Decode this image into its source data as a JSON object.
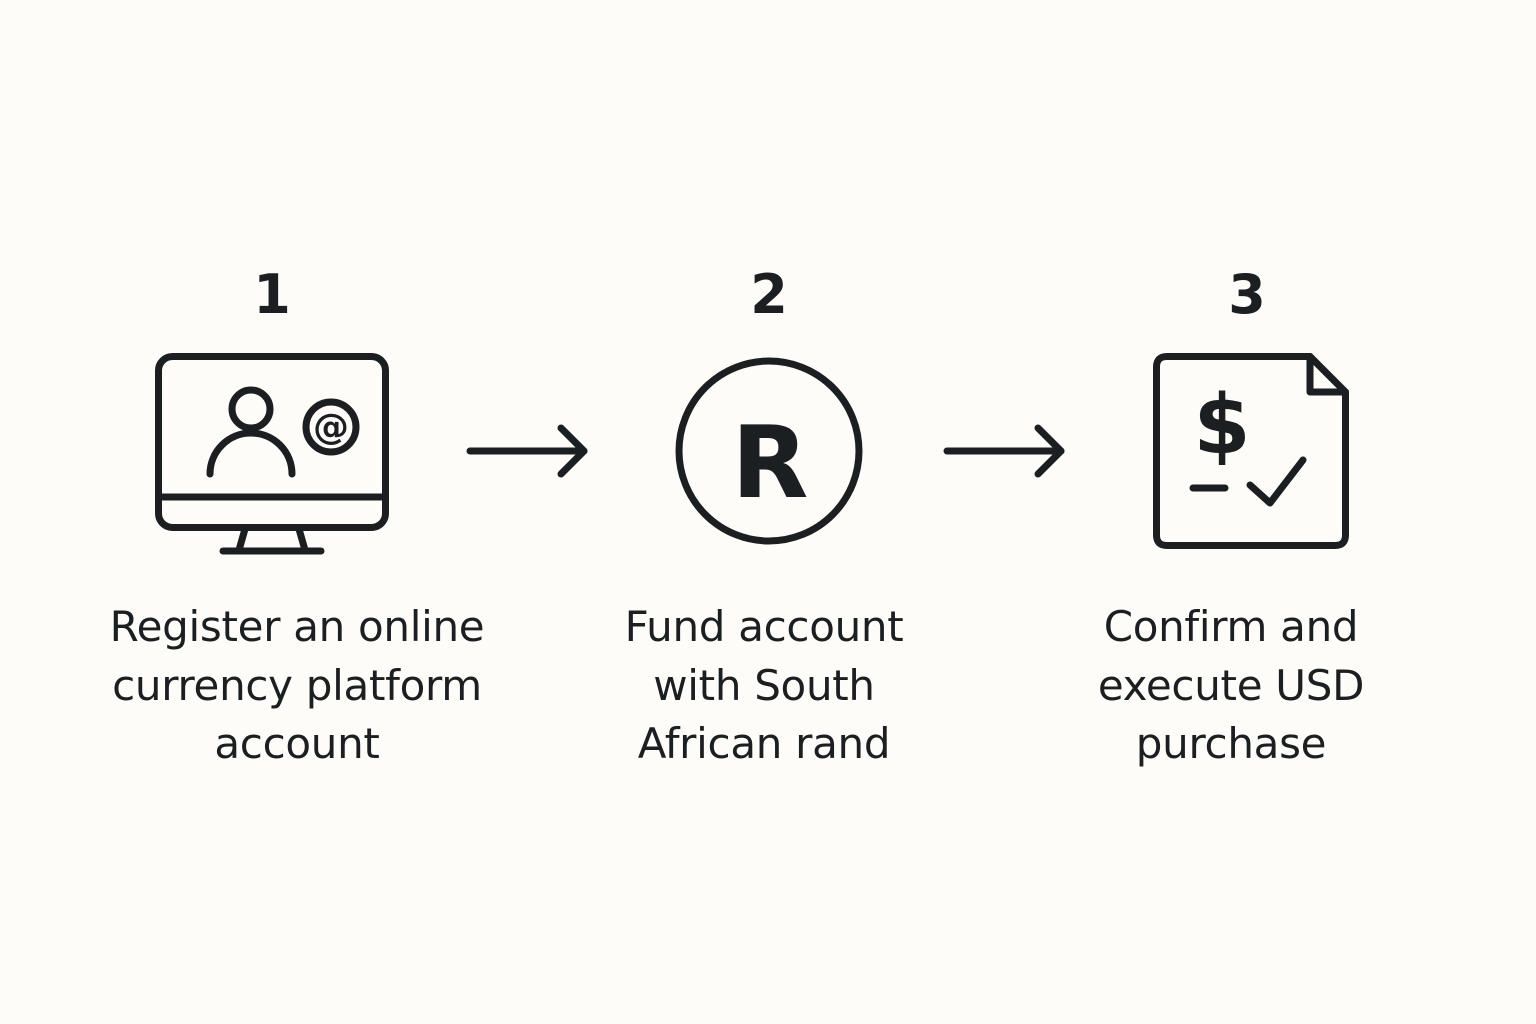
{
  "steps": [
    {
      "number": "1",
      "icon": "computer-user-at-icon",
      "label_lines": [
        "Register an online",
        "currency platform",
        "account"
      ]
    },
    {
      "number": "2",
      "icon": "rand-circle-icon",
      "icon_text": "R",
      "label_lines": [
        "Fund account",
        "with South",
        "African rand"
      ]
    },
    {
      "number": "3",
      "icon": "dollar-document-check-icon",
      "icon_text": "$",
      "label_lines": [
        "Confirm and",
        "execute USD",
        "purchase"
      ]
    }
  ],
  "connectors": [
    "right-arrow-icon",
    "right-arrow-icon"
  ],
  "colors": {
    "background": "#fdfcf8",
    "ink": "#1c1f22"
  }
}
